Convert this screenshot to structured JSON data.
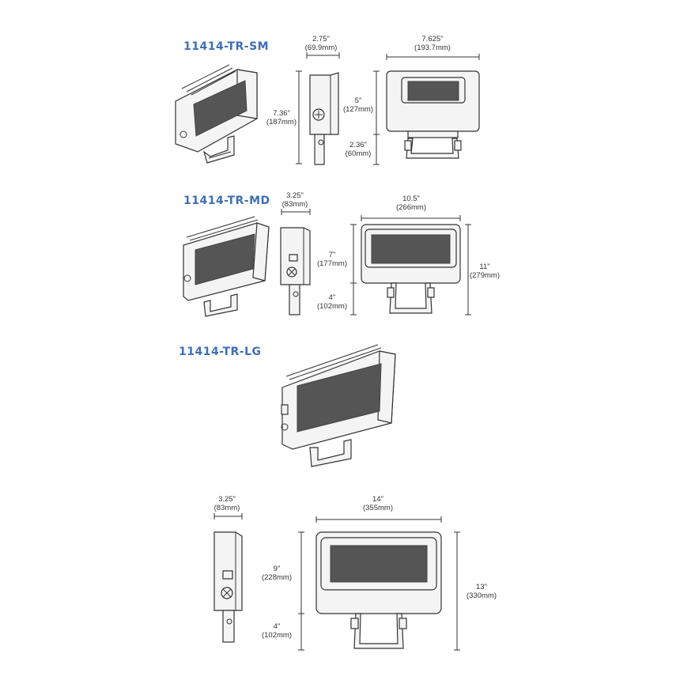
{
  "colors": {
    "title": "#3f6fb5",
    "ink": "#333333"
  },
  "models": {
    "sm": {
      "title": "11414-TR-SM",
      "depth": {
        "in": "2.75\"",
        "mm": "(69.9mm)"
      },
      "width": {
        "in": "7.625\"",
        "mm": "(193.7mm)"
      },
      "total_height": {
        "in": "7.36\"",
        "mm": "(187mm)"
      },
      "head_height": {
        "in": "5\"",
        "mm": "(127mm)"
      },
      "bracket_height": {
        "in": "2.36\"",
        "mm": "(60mm)"
      }
    },
    "md": {
      "title": "11414-TR-MD",
      "depth": {
        "in": "3.25\"",
        "mm": "(83mm)"
      },
      "width": {
        "in": "10.5\"",
        "mm": "(266mm)"
      },
      "head_height": {
        "in": "7\"",
        "mm": "(177mm)"
      },
      "bracket_height": {
        "in": "4\"",
        "mm": "(102mm)"
      },
      "total_height": {
        "in": "11\"",
        "mm": "(279mm)"
      }
    },
    "lg": {
      "title": "11414-TR-LG",
      "depth": {
        "in": "3.25\"",
        "mm": "(83mm)"
      },
      "width": {
        "in": "14\"",
        "mm": "(355mm)"
      },
      "head_height": {
        "in": "9\"",
        "mm": "(228mm)"
      },
      "bracket_height": {
        "in": "4\"",
        "mm": "(102mm)"
      },
      "total_height": {
        "in": "13\"",
        "mm": "(330mm)"
      }
    }
  }
}
